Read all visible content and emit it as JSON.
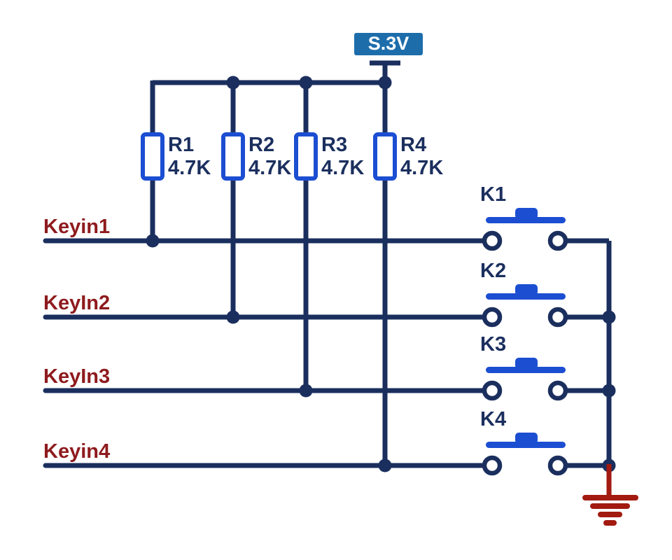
{
  "diagram": {
    "type": "circuit-schematic",
    "power": {
      "label": "S.3V"
    },
    "resistors": [
      {
        "name": "R1",
        "value": "4.7K"
      },
      {
        "name": "R2",
        "value": "4.7K"
      },
      {
        "name": "R3",
        "value": "4.7K"
      },
      {
        "name": "R4",
        "value": "4.7K"
      }
    ],
    "rows": [
      {
        "input_label": "Keyin1",
        "key_label": "K1"
      },
      {
        "input_label": "KeyIn2",
        "key_label": "K2"
      },
      {
        "input_label": "KeyIn3",
        "key_label": "K3"
      },
      {
        "input_label": "Keyin4",
        "key_label": "K4"
      }
    ],
    "colors": {
      "wire": "#1b2f5e",
      "component": "#1c4ed2",
      "power-box": "#1d6dab",
      "input-label": "#8e1b1e",
      "ground": "#a21a10"
    }
  }
}
